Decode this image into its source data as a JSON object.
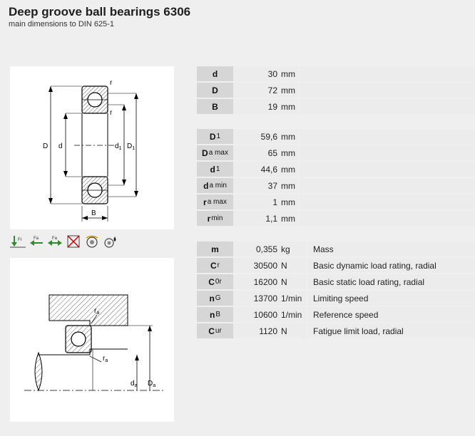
{
  "header": {
    "title": "Deep groove ball bearings 6306",
    "subtitle": "main dimensions to DIN 625-1"
  },
  "diagram_labels": {
    "r": "r",
    "D": "D",
    "d": "d",
    "d1": "d",
    "D1": "D",
    "sub1": "1",
    "B": "B",
    "ra": "r",
    "sub_a": "a",
    "da": "d",
    "Da": "D"
  },
  "icons": [
    "radial-load-icon",
    "axial-load-left-icon",
    "axial-load-both-icon",
    "no-misalignment-icon",
    "high-speed-icon",
    "lubrication-icon"
  ],
  "dimensions": [
    {
      "key": "d",
      "sub": "",
      "value": "30",
      "unit": "mm"
    },
    {
      "key": "D",
      "sub": "",
      "value": "72",
      "unit": "mm"
    },
    {
      "key": "B",
      "sub": "",
      "value": "19",
      "unit": "mm"
    }
  ],
  "mounting": [
    {
      "key": "D",
      "sub": "1",
      "value": "59,6",
      "unit": "mm"
    },
    {
      "key": "D",
      "sub": "a max",
      "value": "65",
      "unit": "mm"
    },
    {
      "key": "d",
      "sub": "1",
      "value": "44,6",
      "unit": "mm"
    },
    {
      "key": "d",
      "sub": "a min",
      "value": "37",
      "unit": "mm"
    },
    {
      "key": "r",
      "sub": "a max",
      "value": "1",
      "unit": "mm"
    },
    {
      "key": "r",
      "sub": "min",
      "value": "1,1",
      "unit": "mm"
    }
  ],
  "ratings": [
    {
      "key": "m",
      "sub": "",
      "value": "0,355",
      "unit": "kg",
      "desc": "Mass"
    },
    {
      "key": "C",
      "sub": "r",
      "value": "30500",
      "unit": "N",
      "desc": "Basic dynamic load rating, radial"
    },
    {
      "key": "C",
      "sub": "0r",
      "value": "16200",
      "unit": "N",
      "desc": "Basic static load rating, radial"
    },
    {
      "key": "n",
      "sub": "G",
      "value": "13700",
      "unit": "1/min",
      "desc": "Limiting speed"
    },
    {
      "key": "n",
      "sub": "B",
      "value": "10600",
      "unit": "1/min",
      "desc": "Reference speed"
    },
    {
      "key": "C",
      "sub": "ur",
      "value": "1120",
      "unit": "N",
      "desc": "Fatigue limit load, radial"
    }
  ]
}
